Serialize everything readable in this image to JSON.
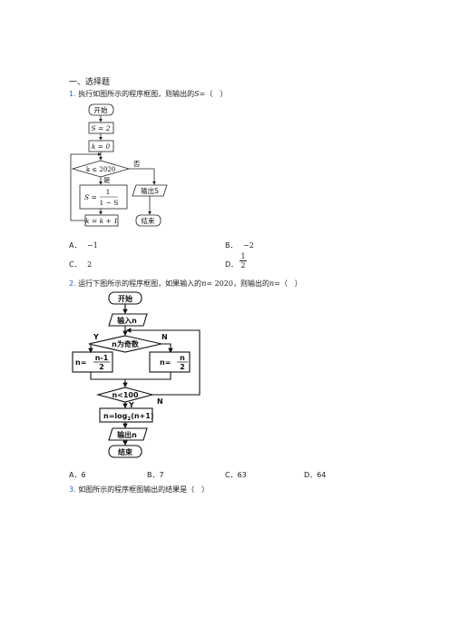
{
  "section": {
    "title": "一、选择题"
  },
  "q1": {
    "number": "1.",
    "stem": "执行如图所示的程序框图，则输出的",
    "stem_var": "S",
    "stem_tail": "=（　）",
    "flow": {
      "start": "开始",
      "init_s": "S = 2",
      "init_k": "k = 0",
      "cond": "k ≤ 2020",
      "no": "否",
      "yes": "是",
      "assign_lhs": "S =",
      "assign_num": "1",
      "assign_den": "1 − S",
      "output": "输出S",
      "incr": "k = k + 1",
      "end": "结束"
    },
    "options": [
      {
        "label": "A．",
        "value": "−1"
      },
      {
        "label": "B．",
        "value": "−2"
      },
      {
        "label": "C．",
        "value": "2"
      },
      {
        "label": "D．",
        "num": "1",
        "den": "2"
      }
    ]
  },
  "q2": {
    "number": "2.",
    "stem": "运行下图所示的程序框图，如果输入的",
    "stem_var1": "n",
    "stem_eq": "= 2020",
    "stem_mid": "，则输出的",
    "stem_var2": "n",
    "stem_tail": "=（　）",
    "flow": {
      "start": "开始",
      "input": "输入n",
      "cond": "n为奇数",
      "y1": "Y",
      "n1": "N",
      "left_lhs": "n=",
      "left_num": "n-1",
      "left_den": "2",
      "right_lhs": "n=",
      "right_num": "n",
      "right_den": "2",
      "cond2": "n<100",
      "n2": "N",
      "y2": "Y",
      "log_main": "n=log",
      "log_sub": "2",
      "log_arg": "(n+1)",
      "output": "输出n",
      "end": "结束"
    },
    "options": [
      {
        "label": "A．",
        "value": "6"
      },
      {
        "label": "B．",
        "value": "7"
      },
      {
        "label": "C．",
        "value": "63"
      },
      {
        "label": "D．",
        "value": "64"
      }
    ]
  },
  "q3": {
    "number": "3.",
    "stem": "如图所示的程序框图输出的结果是（　）"
  }
}
